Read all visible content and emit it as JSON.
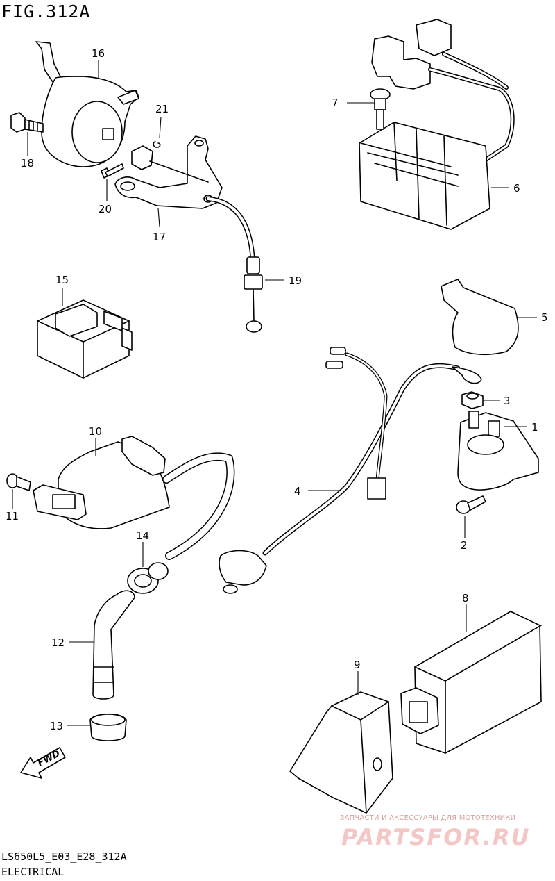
{
  "header": {
    "figure_title": "FIG.312A"
  },
  "footer": {
    "model_code": "LS650L5_E03_E28_312A",
    "section": "ELECTRICAL"
  },
  "watermark": {
    "tagline": "ЗАПЧАСТИ И АКСЕССУАРЫ ДЛЯ МОТОТЕХНИКИ",
    "brand": "PARTSFOR.RU"
  },
  "direction_marker": {
    "label": "FWD",
    "icon": "fwd-arrow-icon"
  },
  "callouts": [
    {
      "number": "1",
      "part": "starter-relay"
    },
    {
      "number": "2",
      "part": "bolt"
    },
    {
      "number": "3",
      "part": "nut"
    },
    {
      "number": "4",
      "part": "wiring-lead"
    },
    {
      "number": "5",
      "part": "relay-cover"
    },
    {
      "number": "6",
      "part": "regulator-rectifier"
    },
    {
      "number": "7",
      "part": "bolt"
    },
    {
      "number": "8",
      "part": "ignitor-unit"
    },
    {
      "number": "9",
      "part": "bracket"
    },
    {
      "number": "10",
      "part": "ignition-coil"
    },
    {
      "number": "11",
      "part": "bolt"
    },
    {
      "number": "12",
      "part": "plug-cap"
    },
    {
      "number": "13",
      "part": "cap-cover"
    },
    {
      "number": "14",
      "part": "seal"
    },
    {
      "number": "15",
      "part": "relay"
    },
    {
      "number": "16",
      "part": "horn"
    },
    {
      "number": "17",
      "part": "horn-bracket"
    },
    {
      "number": "18",
      "part": "bolt"
    },
    {
      "number": "19",
      "part": "cable-switch"
    },
    {
      "number": "20",
      "part": "screw"
    },
    {
      "number": "21",
      "part": "clip"
    }
  ]
}
